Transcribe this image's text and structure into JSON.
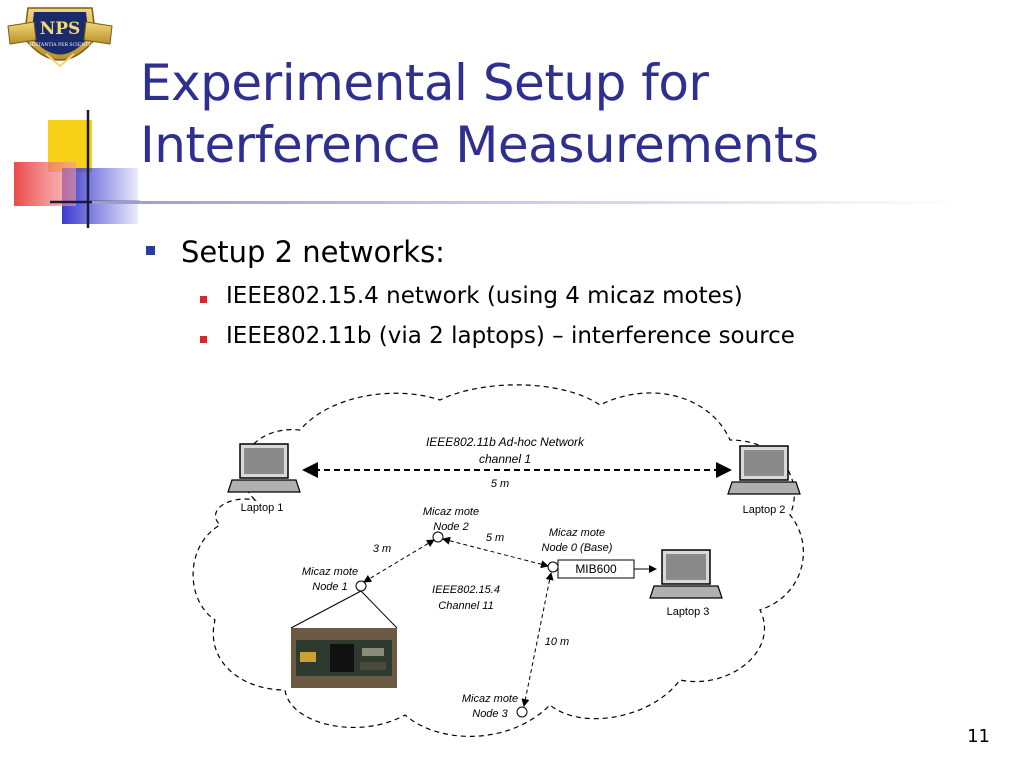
{
  "logo": {
    "text": "NPS",
    "motto": "PRAESTANTIA PER SCIENTIAM"
  },
  "title": {
    "line1": "Experimental Setup for",
    "line2": "Interference Measurements"
  },
  "bullets": {
    "main": "Setup 2 networks:",
    "sub1": "IEEE802.15.4 network (using 4 micaz motes)",
    "sub2": "IEEE802.11b (via 2 laptops) – interference source"
  },
  "diagram": {
    "wifi_label_1": "IEEE802.11b Ad-hoc Network",
    "wifi_label_2": "channel 1",
    "wifi_dist": "5 m",
    "laptop1": "Laptop 1",
    "laptop2": "Laptop 2",
    "laptop3": "Laptop 3",
    "node2_a": "Micaz mote",
    "node2_b": "Node 2",
    "node0_a": "Micaz mote",
    "node0_b": "Node 0 (Base)",
    "node1_a": "Micaz mote",
    "node1_b": "Node 1",
    "node3_a": "Micaz mote",
    "node3_b": "Node 3",
    "mib": "MIB600",
    "d_3m": "3 m",
    "d_5m": "5 m",
    "d_10m": "10 m",
    "zig_1": "IEEE802.15.4",
    "zig_2": "Channel 11"
  },
  "page_number": "11",
  "colors": {
    "title": "#2f2f8f",
    "bullet_main": "#2a3b9e",
    "bullet_sub": "#d8262b",
    "deco_yellow": "#f7d117",
    "deco_blue": "#3a3ad0",
    "deco_red": "#e8403f"
  }
}
